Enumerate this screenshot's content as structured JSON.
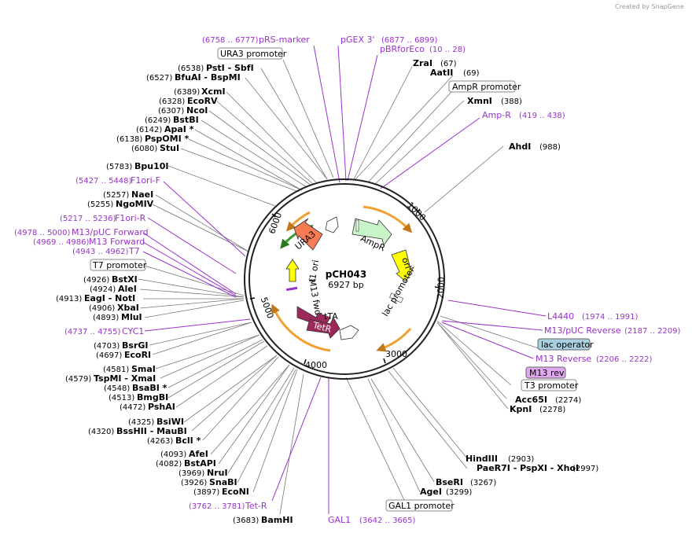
{
  "branding": "Created by SnapGene",
  "plasmid": {
    "name": "pCH043",
    "size_label": "6927 bp",
    "length": 6927
  },
  "ticks": [
    "1000",
    "2000",
    "3000",
    "4000",
    "5000",
    "6000"
  ],
  "features": [
    {
      "label": "URA3",
      "color": "#f77b53",
      "text_color": "#000"
    },
    {
      "label": "AmpR",
      "color": "#c8f5c8",
      "text_color": "#000"
    },
    {
      "label": "ori",
      "color": "#ffff00",
      "text_color": "#000"
    },
    {
      "label": "f1 ori",
      "color": "#ffff00",
      "text_color": "#000"
    },
    {
      "label": "M13 fwd",
      "color": "#ffffff",
      "text_color": "#000"
    },
    {
      "label": "lac promoter",
      "color": "#ffffff",
      "text_color": "#000"
    },
    {
      "label": "tTA",
      "color": "#ffffff",
      "text_color": "#000"
    },
    {
      "label": "TetR",
      "color": "#9b2a5a",
      "text_color": "#ffffff"
    }
  ],
  "right_labels": [
    {
      "pos": "(67)",
      "name": "ZraI"
    },
    {
      "pos": "(69)",
      "name": "AatII"
    },
    {
      "box": "AmpR promoter"
    },
    {
      "pos": "(388)",
      "name": "XmnI"
    },
    {
      "primer": "Amp-R",
      "range": "(419 .. 438)"
    },
    {
      "pos": "(988)",
      "name": "AhdI"
    },
    {
      "primer": "L4440",
      "range": "(1974 .. 1991)"
    },
    {
      "primer": "M13/pUC Reverse",
      "range": "(2187 .. 2209)"
    },
    {
      "box": "lac operator"
    },
    {
      "primer": "M13 Reverse",
      "range": "(2206 .. 2222)"
    },
    {
      "box": "M13 rev"
    },
    {
      "box": "T3 promoter"
    },
    {
      "pos": "(2274)",
      "name": "Acc65I"
    },
    {
      "pos": "(2278)",
      "name": "KpnI"
    },
    {
      "pos": "(2903)",
      "name": "HindIII"
    },
    {
      "pos": "(2997)",
      "name": "PaeR7I - PspXI - XhoI"
    },
    {
      "pos": "(3267)",
      "name": "BseRI"
    },
    {
      "pos": "(3299)",
      "name": "AgeI"
    },
    {
      "box": "GAL1 promoter"
    }
  ],
  "top_labels": [
    {
      "primer": "pRS-marker",
      "range": "(6758 .. 6777)"
    },
    {
      "primer": "pGEX 3'",
      "range": "(6877 .. 6899)"
    },
    {
      "primer": "pBRforEco",
      "range": "(10 .. 28)"
    }
  ],
  "left_labels": [
    {
      "box": "URA3 promoter"
    },
    {
      "pos": "(6538)",
      "name": "PstI - SbfI"
    },
    {
      "pos": "(6527)",
      "name": "BfuAI - BspMI"
    },
    {
      "pos": "(6389)",
      "name": "XcmI"
    },
    {
      "pos": "(6328)",
      "name": "EcoRV"
    },
    {
      "pos": "(6307)",
      "name": "NcoI"
    },
    {
      "pos": "(6249)",
      "name": "BstBI"
    },
    {
      "pos": "(6142)",
      "name": "ApaI *"
    },
    {
      "pos": "(6138)",
      "name": "PspOMI *"
    },
    {
      "pos": "(6080)",
      "name": "StuI"
    },
    {
      "pos": "(5783)",
      "name": "Bpu10I"
    },
    {
      "primer": "F1ori-F",
      "range": "(5427 .. 5448)"
    },
    {
      "pos": "(5257)",
      "name": "NaeI"
    },
    {
      "pos": "(5255)",
      "name": "NgoMIV"
    },
    {
      "primer": "F1ori-R",
      "range": "(5217 .. 5236)"
    },
    {
      "primer": "M13/pUC Forward",
      "range": "(4978 .. 5000)"
    },
    {
      "primer": "M13 Forward",
      "range": "(4969 .. 4986)"
    },
    {
      "primer": "T7",
      "range": "(4943 .. 4962)"
    },
    {
      "box": "T7 promoter"
    },
    {
      "pos": "(4926)",
      "name": "BstXI"
    },
    {
      "pos": "(4924)",
      "name": "AleI"
    },
    {
      "pos": "(4913)",
      "name": "EagI - NotI"
    },
    {
      "pos": "(4906)",
      "name": "XbaI"
    },
    {
      "pos": "(4893)",
      "name": "MluI"
    },
    {
      "primer": "CYC1",
      "range": "(4737 .. 4755)"
    },
    {
      "pos": "(4703)",
      "name": "BsrGI"
    },
    {
      "pos": "(4697)",
      "name": "EcoRI"
    },
    {
      "pos": "(4581)",
      "name": "SmaI"
    },
    {
      "pos": "(4579)",
      "name": "TspMI - XmaI"
    },
    {
      "pos": "(4548)",
      "name": "BsaBI *"
    },
    {
      "pos": "(4513)",
      "name": "BmgBI"
    },
    {
      "pos": "(4472)",
      "name": "PshAI"
    },
    {
      "pos": "(4325)",
      "name": "BsiWI"
    },
    {
      "pos": "(4320)",
      "name": "BssHII - MauBI"
    },
    {
      "pos": "(4263)",
      "name": "BclI *"
    },
    {
      "pos": "(4093)",
      "name": "AfeI"
    },
    {
      "pos": "(4082)",
      "name": "BstAPI"
    },
    {
      "pos": "(3969)",
      "name": "NruI"
    },
    {
      "pos": "(3926)",
      "name": "SnaBI"
    },
    {
      "pos": "(3897)",
      "name": "EcoNI"
    },
    {
      "primer": "Tet-R",
      "range": "(3762 .. 3781)"
    },
    {
      "pos": "(3683)",
      "name": "BamHI"
    },
    {
      "primer": "GAL1",
      "range": "(3642 .. 3665)"
    }
  ],
  "colors": {
    "primer": "#9932cc",
    "orf_arrow": "#f0a030",
    "lac_operator_box": "#a8d0e0",
    "m13_rev_box": "#e0a8f0"
  }
}
